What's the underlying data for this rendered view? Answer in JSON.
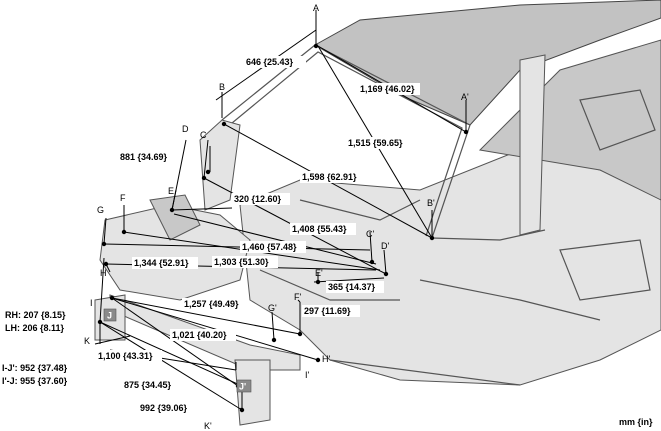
{
  "points": {
    "A": "A",
    "A_prime": "A'",
    "B": "B",
    "B_prime": "B'",
    "C": "C",
    "C_prime": "C'",
    "D": "D",
    "D_prime": "D'",
    "E": "E",
    "E_prime": "E'",
    "F": "F",
    "F_prime": "F'",
    "G": "G",
    "G_prime": "G'",
    "H": "H",
    "H_prime": "H'",
    "I": "I",
    "I_prime": "I'",
    "J": "J",
    "J_prime": "J'",
    "K": "K",
    "K_prime": "K'"
  },
  "dimensions": {
    "d646": "646 {25.43}",
    "d1169": "1,169 {46.02}",
    "d1515": "1,515 {59.65}",
    "d1598": "1,598 {62.91}",
    "d881": "881 {34.69}",
    "d320": "320 {12.60}",
    "d1408": "1,408 {55.43}",
    "d1460": "1,460 {57.48}",
    "d1344": "1,344 {52.91}",
    "d1303": "1,303 {51.30}",
    "d365": "365 {14.37}",
    "d1257": "1,257 {49.49}",
    "d297": "297 {11.69}",
    "d1021": "1,021 {40.20}",
    "d1100": "1,100 {43.31}",
    "d875": "875 {34.45}",
    "d992": "992 {39.06}"
  },
  "side_notes": {
    "rh": "RH: 207 {8.15}",
    "lh": "LH: 206 {8.11}",
    "ij": "I-J': 952 {37.48}",
    "i_prime_j": "I'-J: 955 {37.60}"
  },
  "units": "mm {in}"
}
